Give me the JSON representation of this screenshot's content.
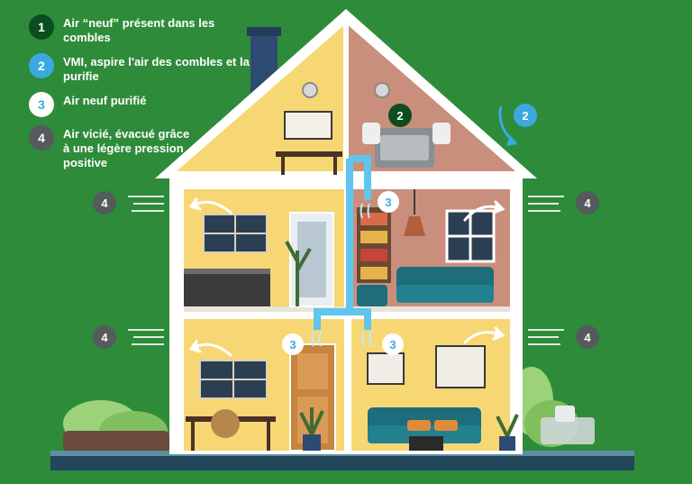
{
  "legend": {
    "items": [
      {
        "num": "1",
        "text": "Air “neuf” présent dans les combles",
        "bg": "#0b4d1f",
        "fg": "#ffffff"
      },
      {
        "num": "2",
        "text": "VMI, aspire l'air des combles et la purifie",
        "bg": "#3ba9e0",
        "fg": "#ffffff"
      },
      {
        "num": "3",
        "text": "Air neuf purifié",
        "bg": "#ffffff",
        "fg": "#3ba9e0"
      },
      {
        "num": "4",
        "text": "Air vicié, évacué grâce à une légère pression positive",
        "bg": "#555a5c",
        "fg": "#ffffff"
      }
    ]
  },
  "badges": {
    "vmi_unit": "2",
    "vmi_intake": "2",
    "supply_upper": "3",
    "supply_lower_left": "3",
    "supply_lower_right": "3",
    "exhaust_upper_left": "4",
    "exhaust_upper_right": "4",
    "exhaust_lower_left": "4",
    "exhaust_lower_right": "4"
  },
  "colors": {
    "background": "#2e8b3a",
    "wall_yellow": "#f7d774",
    "wall_brick": "#c98f7c",
    "roof_white": "#ffffff",
    "duct_blue": "#5ec6ef",
    "floor_wood": "#b87d4b"
  }
}
